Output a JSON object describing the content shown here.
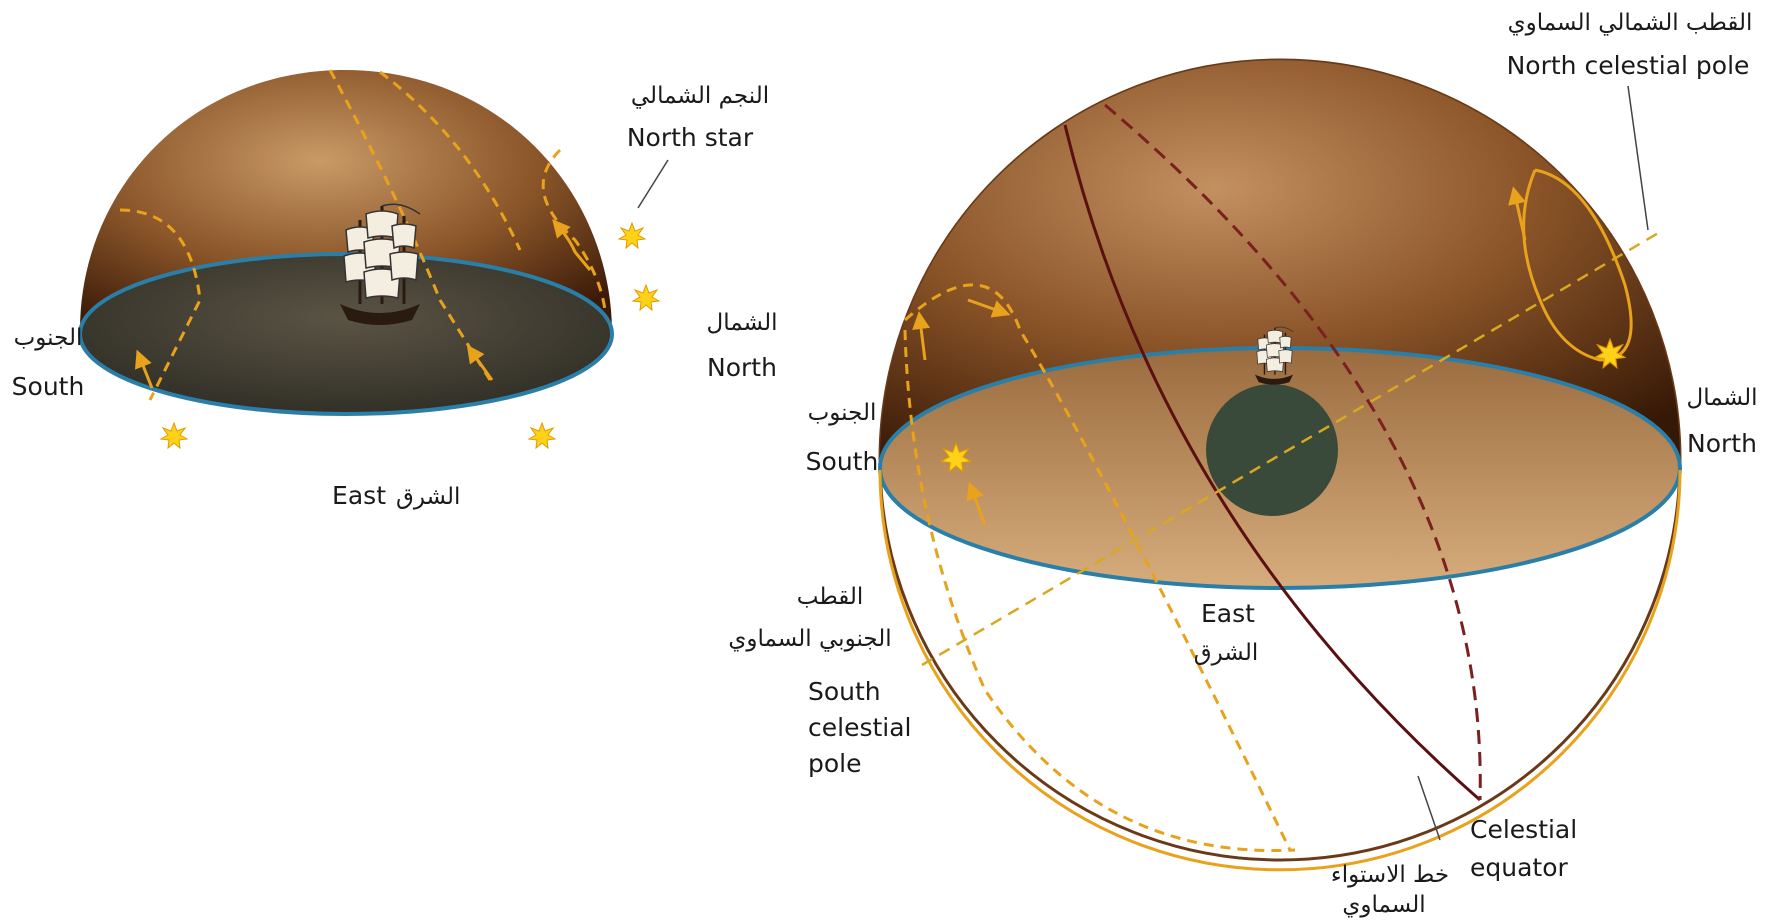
{
  "left_dome": {
    "north_star": {
      "ar": "النجم الشمالي",
      "en": "North star"
    },
    "north": {
      "ar": "الشمال",
      "en": "North"
    },
    "south": {
      "ar": "الجنوب",
      "en": "South"
    },
    "east": {
      "en": "East",
      "ar": "الشرق"
    }
  },
  "right_sphere": {
    "north_pole": {
      "ar": "القطب الشمالي السماوي",
      "en": "North celestial pole"
    },
    "north": {
      "ar": "الشمال",
      "en": "North"
    },
    "south": {
      "ar": "الجنوب",
      "en": "South"
    },
    "east": {
      "en": "East",
      "ar": "الشرق"
    },
    "south_pole": {
      "ar_line1": "القطب",
      "ar_line2": "الجنوبي السماوي",
      "en_line1": "South",
      "en_line2": "celestial",
      "en_line3": "pole"
    },
    "equator": {
      "en_line1": "Celestial",
      "en_line2": "equator",
      "ar_line1": "خط الاستواء",
      "ar_line2": "السماوي"
    }
  },
  "colors": {
    "dome_dark": "#3c1e0c",
    "dome_light": "#c08a55",
    "horizon_fill": "#3a3a30",
    "horizon_rim": "#2a7fa8",
    "star_path": "#e8a21c",
    "star": "#ffd21a",
    "equator_line": "#5a1010"
  }
}
